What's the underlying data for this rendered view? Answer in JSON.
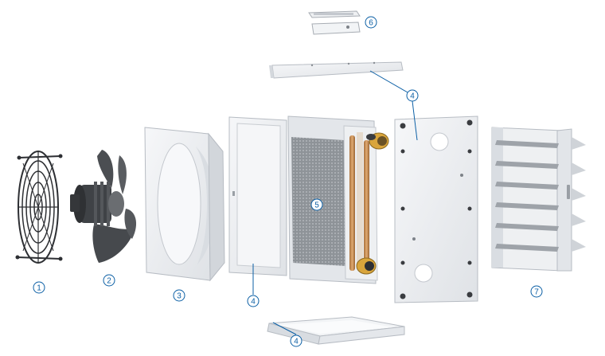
{
  "diagram": {
    "kind": "exploded-assembly-view",
    "callouts": [
      {
        "id": "c1",
        "label": "1",
        "part": "fan-guard-icon"
      },
      {
        "id": "c2",
        "label": "2",
        "part": "axial-fan-motor-icon"
      },
      {
        "id": "c3",
        "label": "3",
        "part": "fan-shroud-icon"
      },
      {
        "id": "c4a",
        "label": "4",
        "part": "top-cover-panel-icon"
      },
      {
        "id": "c4b",
        "label": "4",
        "part": "left-side-panel-icon"
      },
      {
        "id": "c4c",
        "label": "4",
        "part": "bottom-cover-panel-icon"
      },
      {
        "id": "c5",
        "label": "5",
        "part": "heat-exchanger-coil-icon"
      },
      {
        "id": "c6",
        "label": "6",
        "part": "terminal-box-icon"
      },
      {
        "id": "c7",
        "label": "7",
        "part": "louvre-grille-icon"
      }
    ],
    "colors": {
      "callout": "#0b5fa5",
      "panel": "#eceef1",
      "panel_edge": "#b7bcc3",
      "fan_dark": "#3f4246",
      "copper": "#c98a4b",
      "brass": "#d9a53b"
    }
  }
}
